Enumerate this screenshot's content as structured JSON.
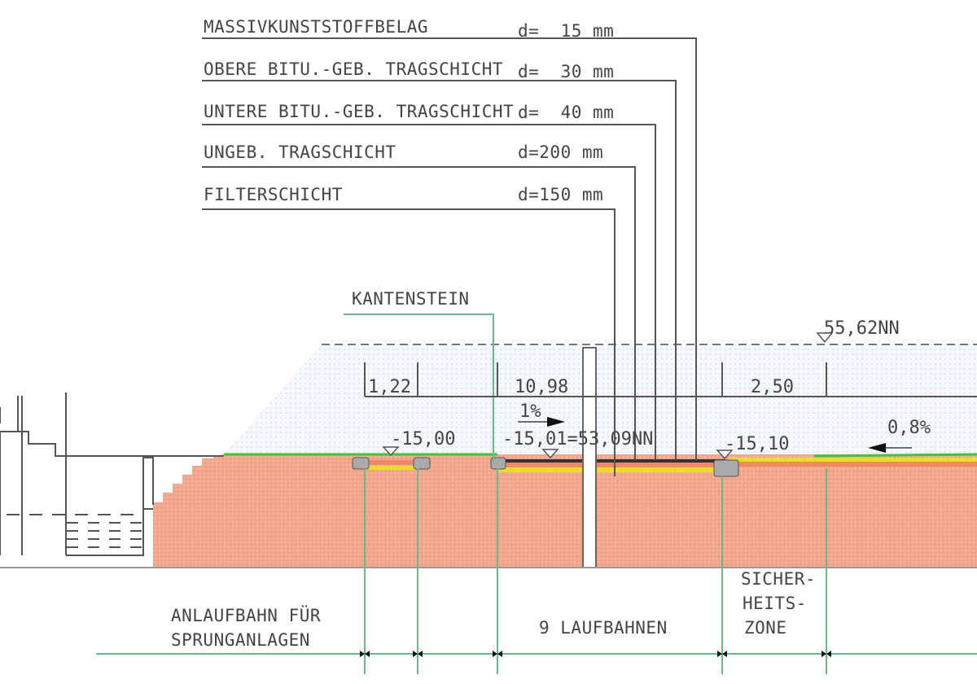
{
  "layers": [
    {
      "name": "MASSIVKUNSTSTOFFBELAG",
      "thickness": "d=  15 mm"
    },
    {
      "name": "OBERE BITU.-GEB. TRAGSCHICHT",
      "thickness": "d=  30 mm"
    },
    {
      "name": "UNTERE BITU.-GEB. TRAGSCHICHT",
      "thickness": "d=  40 mm"
    },
    {
      "name": "UNGEB. TRAGSCHICHT",
      "thickness": "d=200 mm"
    },
    {
      "name": "FILTERSCHICHT",
      "thickness": "d=150 mm"
    }
  ],
  "kantenstein": "KANTENSTEIN",
  "elevation_top": "55,62NN",
  "dimensions": [
    "1,22",
    "10,98",
    "2,50"
  ],
  "slopes": {
    "left": "1%",
    "right": "0,8%"
  },
  "levels": [
    "-15,00",
    "-15,01=53,09NN",
    "-15,10"
  ],
  "zones": {
    "anlauf_line1": "ANLAUFBAHN FÜR",
    "anlauf_line2": "SPRUNGANLAGEN",
    "laufbahnen": "9 LAUFBAHNEN",
    "sicher_line1": "SICHER-",
    "sicher_line2": "HEITS-",
    "sicher_line3": "ZONE"
  },
  "colors": {
    "soil": "#f4a68c",
    "grass": "#33cc33",
    "guide": "#66bb88",
    "layer_yellow": "#e6e020"
  }
}
